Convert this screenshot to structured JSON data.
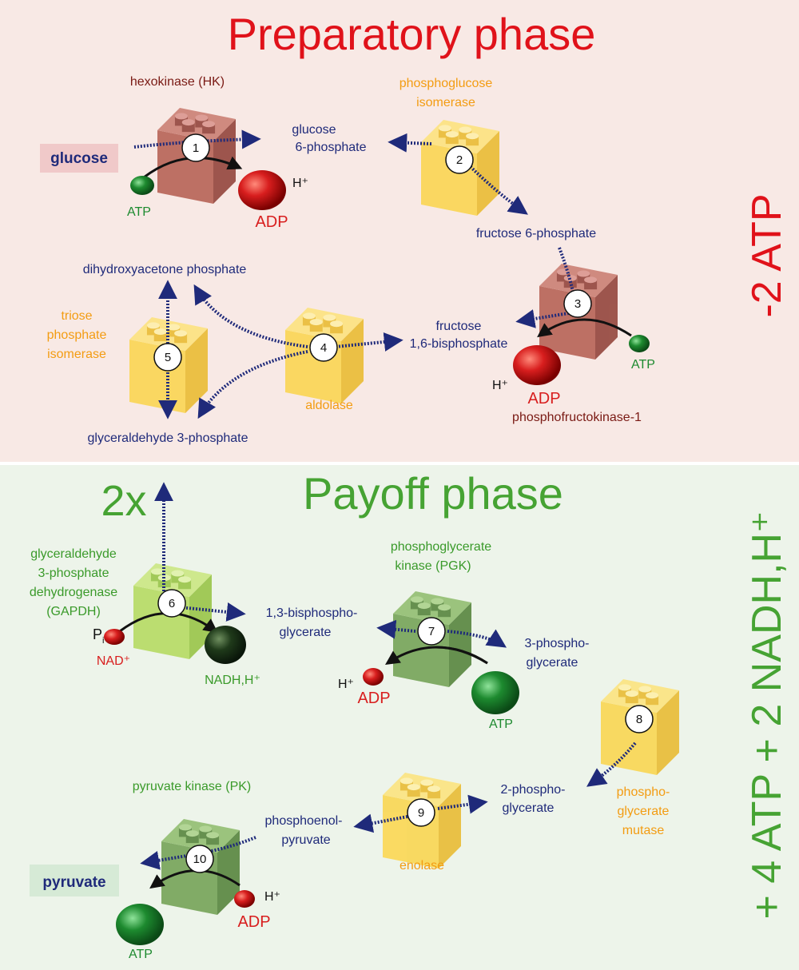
{
  "phases": {
    "preparatory_title": "Preparatory phase",
    "payoff_title": "Payoff phase",
    "multiplier": "2x",
    "prep_energy": "-2 ATP",
    "payoff_energy": "+ 4 ATP + 2 NADH,H⁺"
  },
  "colors": {
    "prep_bg": "#f8e9e5",
    "payoff_bg": "#edf4ea",
    "prep_title": "#e0121a",
    "payoff_title": "#46a333",
    "metabolite": "#1f2a7a",
    "enzyme_orange": "#f39c12",
    "enzyme_green": "#3a9a2a",
    "enzyme_red": "#7a1a14",
    "adp_red": "#d81e1e",
    "atp_green": "#1d8a2f"
  },
  "steps": [
    "1",
    "2",
    "3",
    "4",
    "5",
    "6",
    "7",
    "8",
    "9",
    "10"
  ],
  "metabolites": {
    "glucose": "glucose",
    "g6p_1": "glucose",
    "g6p_2": "6-phosphate",
    "f6p": "fructose 6-phosphate",
    "dhap": "dihydroxyacetone phosphate",
    "f16bp_1": "fructose",
    "f16bp_2": "1,6-bisphosphate",
    "gap": "glyceraldehyde 3-phosphate",
    "bpg_1": "1,3-bisphospho-",
    "bpg_2": "glycerate",
    "pg3_1": "3-phospho-",
    "pg3_2": "glycerate",
    "pg2_1": "2-phospho-",
    "pg2_2": "glycerate",
    "pep_1": "phosphoenol-",
    "pep_2": "pyruvate",
    "pyruvate": "pyruvate"
  },
  "enzymes": {
    "hk": "hexokinase (HK)",
    "pgi_1": "phosphoglucose",
    "pgi_2": "isomerase",
    "pfk": "phosphofructokinase-1",
    "aldolase": "aldolase",
    "tpi_1": "triose",
    "tpi_2": "phosphate",
    "tpi_3": "isomerase",
    "gapdh_1": "glyceraldehyde",
    "gapdh_2": "3-phosphate",
    "gapdh_3": "dehydrogenase",
    "gapdh_4": "(GAPDH)",
    "pgk_1": "phosphoglycerate",
    "pgk_2": "kinase (PGK)",
    "pgm_1": "phospho-",
    "pgm_2": "glycerate",
    "pgm_3": "mutase",
    "enolase": "enolase",
    "pk": "pyruvate kinase (PK)"
  },
  "cofactors": {
    "atp": "ATP",
    "adp": "ADP",
    "h_plus": "H⁺",
    "nad": "NAD⁺",
    "nadh": "NADH,H⁺",
    "pi_p": "P",
    "pi_i": "i"
  }
}
